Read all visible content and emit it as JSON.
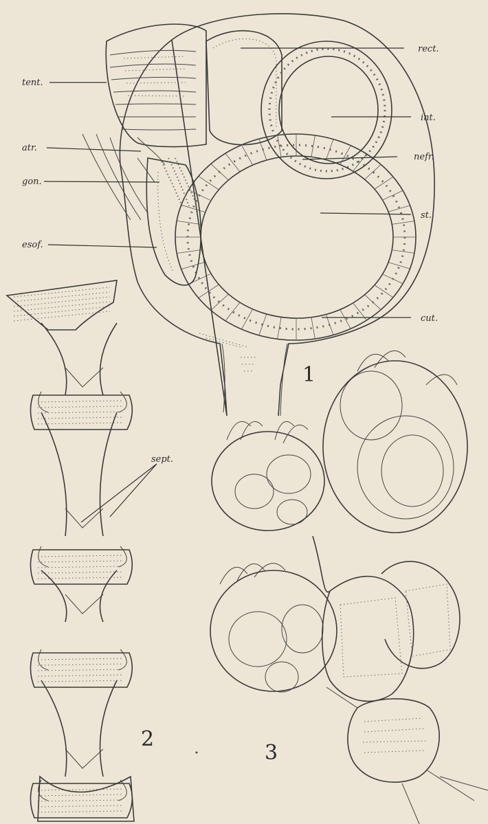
{
  "figure_numbers": {
    "fig1": "1",
    "fig2": "2",
    "fig3": "3"
  },
  "labels": {
    "tent": "tent.",
    "atr": "atr.",
    "gon": "gon.",
    "esof": "esof.",
    "rect": "rect.",
    "int": "int.",
    "nefr": "nefr.",
    "st": "st.",
    "cut": "cut.",
    "sept": "sept."
  },
  "colors": {
    "paper": "#ede6d6",
    "ink": "#333333"
  }
}
